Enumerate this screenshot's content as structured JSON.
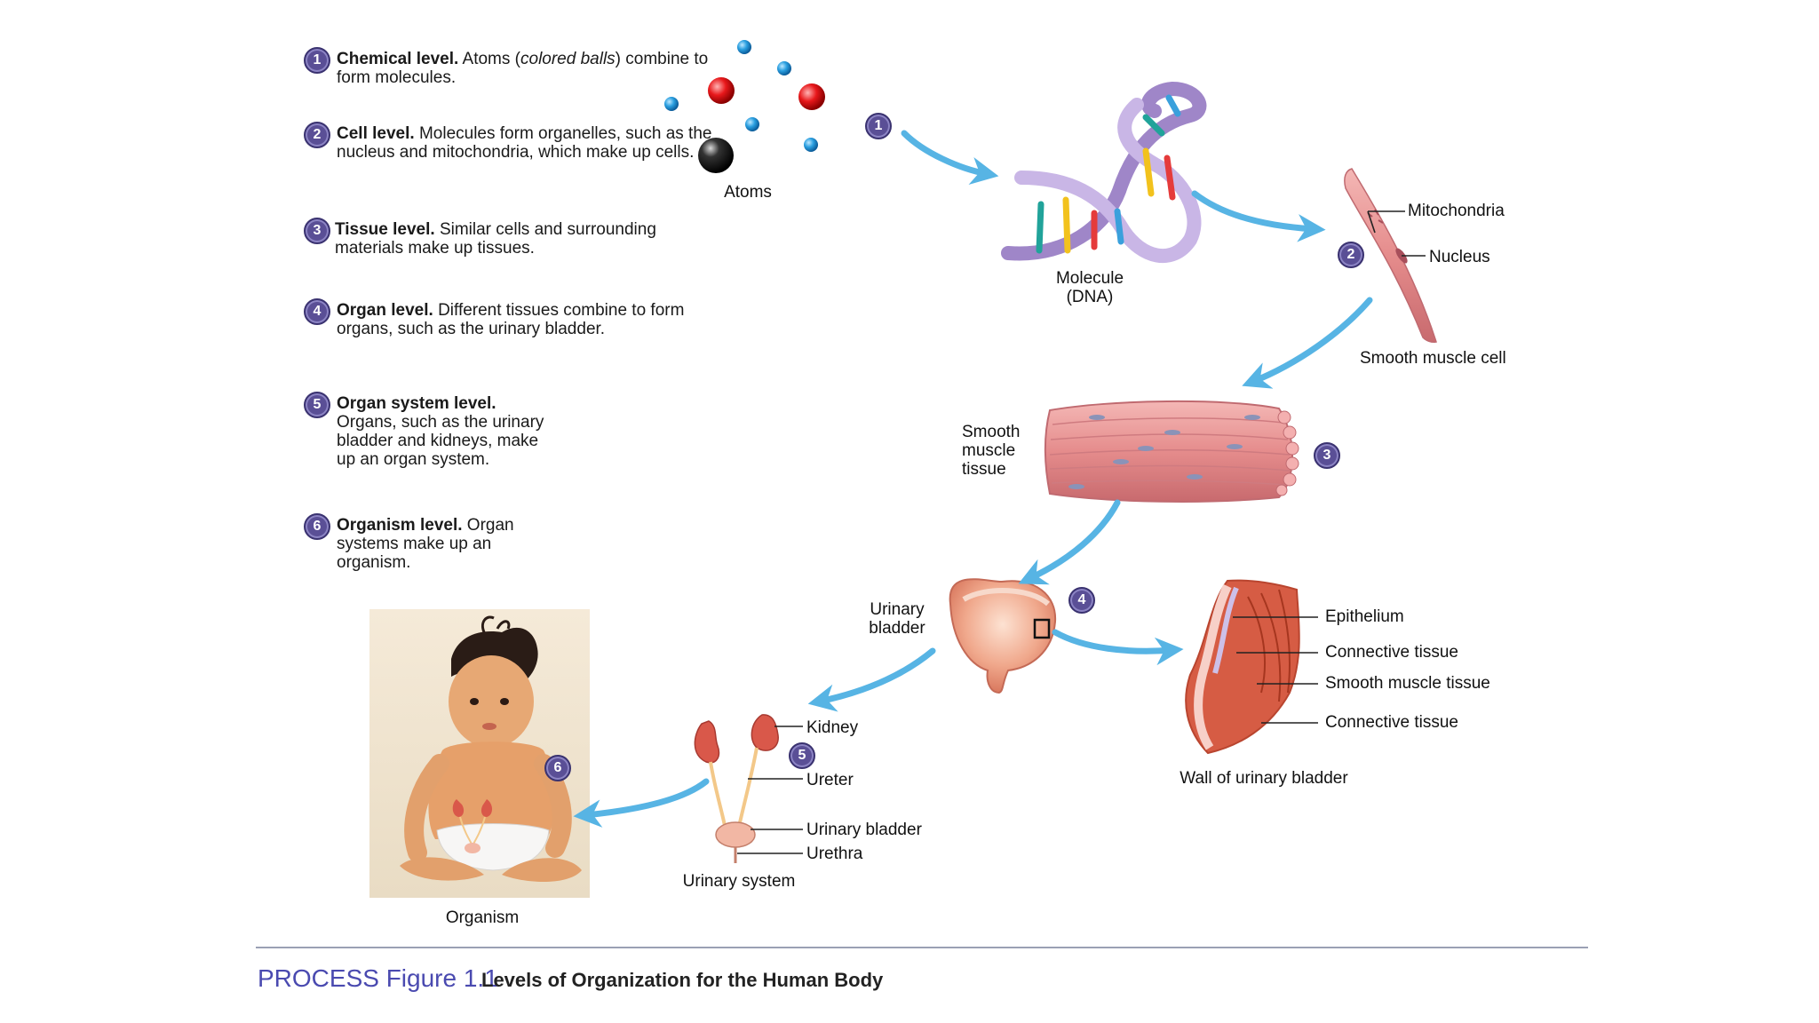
{
  "steps": [
    {
      "num": "1",
      "head": "Chemical level.",
      "tail_a": "Atoms",
      "tail_em": "colored balls",
      "tail_b": "combine to form molecules."
    },
    {
      "num": "2",
      "head": "Cell level.",
      "tail": "Molecules form organelles, such as the nucleus and mitochondria, which make up cells."
    },
    {
      "num": "3",
      "head": "Tissue level.",
      "tail": "Similar cells and surrounding materials make up tissues."
    },
    {
      "num": "4",
      "head": "Organ level.",
      "tail": "Different tissues combine to form organs, such as the urinary bladder."
    },
    {
      "num": "5",
      "head": "Organ system level.",
      "tail": "Organs, such as the urinary bladder and kidneys, make up an organ system."
    },
    {
      "num": "6",
      "head": "Organism level.",
      "tail": "Organ systems make up an organism."
    }
  ],
  "labels": {
    "atoms": "Atoms",
    "molecule_line1": "Molecule",
    "molecule_line2": "(DNA)",
    "mitochondria": "Mitochondria",
    "nucleus": "Nucleus",
    "smooth_muscle_cell": "Smooth muscle cell",
    "smooth_tissue_1": "Smooth",
    "smooth_tissue_2": "muscle",
    "smooth_tissue_3": "tissue",
    "bladder_1": "Urinary",
    "bladder_2": "bladder",
    "epithelium": "Epithelium",
    "connective_1": "Connective tissue",
    "smooth_muscle_tissue": "Smooth muscle tissue",
    "connective_2": "Connective tissue",
    "wall": "Wall of urinary bladder",
    "kidney": "Kidney",
    "ureter": "Ureter",
    "urinary_bladder": "Urinary bladder",
    "urethra": "Urethra",
    "urinary_system": "Urinary system",
    "organism": "Organism"
  },
  "badges": [
    "1",
    "2",
    "3",
    "4",
    "5",
    "6"
  ],
  "caption": {
    "tag": "PROCESS Figure 1.1",
    "title": "Levels of Organization for the Human Body"
  },
  "colors": {
    "arrow": "#57b4e4",
    "badge": "#5a4f96",
    "muscle": "#e38f92",
    "dna": "#b9a3d8",
    "caption_tag": "#4a4ab0"
  }
}
